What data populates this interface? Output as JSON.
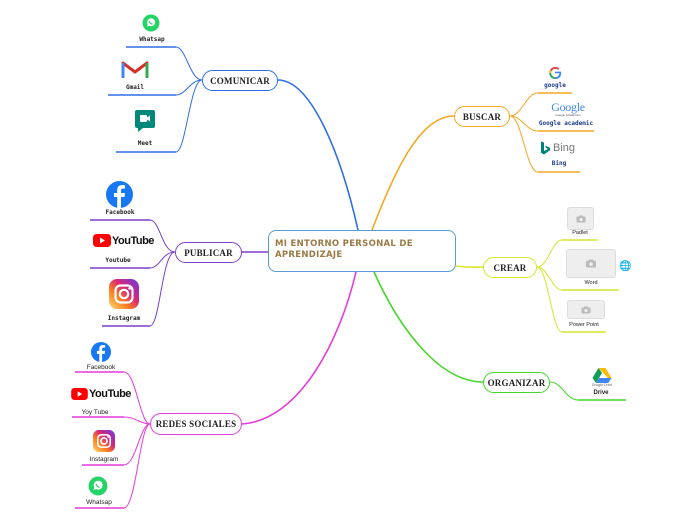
{
  "center": {
    "title": "MI ENTORNO PERSONAL DE APRENDIZAJE"
  },
  "branches": {
    "comunicar": {
      "label": "COMUNICAR",
      "color": "#2e6ee6",
      "items": [
        "Whatsap",
        "Gmail",
        "Meet"
      ]
    },
    "publicar": {
      "label": "PUBLICAR",
      "color": "#7a3fd1",
      "items": [
        "Facebook",
        "Youtube",
        "Instagram"
      ]
    },
    "redes": {
      "label": "REDES SOCIALES",
      "color": "#e63ad8",
      "items": [
        "Facebook",
        "Yoy Tube",
        "Instagram",
        "Whatsap"
      ]
    },
    "buscar": {
      "label": "BUSCAR",
      "color": "#f5a623",
      "items": [
        "google",
        "Google academic",
        "Bing"
      ]
    },
    "crear": {
      "label": "CREAR",
      "color": "#d6e62a",
      "items": [
        "Padlet",
        "Word",
        "Power Point"
      ]
    },
    "organizar": {
      "label": "ORGANIZAR",
      "color": "#45d62a",
      "items": [
        "Drive"
      ]
    }
  },
  "logos": {
    "youtube_wordmark": "YouTube",
    "google_wordmark": "Google",
    "google_sub": "Google Académico",
    "bing_wordmark": "Bing",
    "drive_wordmark": "Google Drive"
  },
  "icons": [
    "whatsapp-icon",
    "gmail-icon",
    "meet-icon",
    "facebook-icon",
    "youtube-icon",
    "instagram-icon",
    "google-icon",
    "google-scholar-icon",
    "bing-icon",
    "image-placeholder-icon",
    "globe-icon",
    "drive-icon"
  ]
}
